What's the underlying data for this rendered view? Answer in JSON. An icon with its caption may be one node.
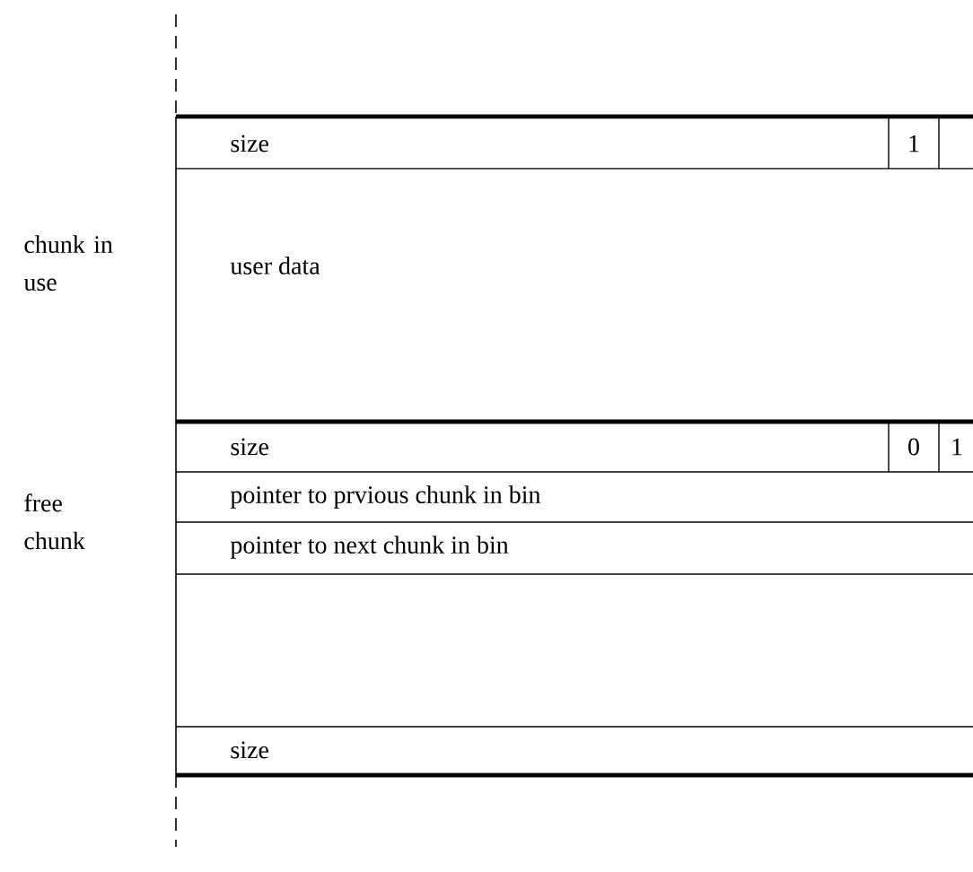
{
  "diagram": {
    "nodes": [
      {
        "text": [
          "size"
        ]
      },
      {
        "text": [
          "1"
        ]
      },
      {
        "text": [
          "user data"
        ]
      },
      {
        "text": [
          "size"
        ]
      },
      {
        "text": [
          "0"
        ]
      },
      {
        "text": [
          "1"
        ]
      },
      {
        "text": [
          "pointer to prvious chunk in bin"
        ]
      },
      {
        "text": [
          "pointer to next chunk in bin"
        ]
      },
      {
        "text": [
          "size"
        ]
      }
    ],
    "labels": [
      "chunk in use",
      "free chunk"
    ]
  }
}
